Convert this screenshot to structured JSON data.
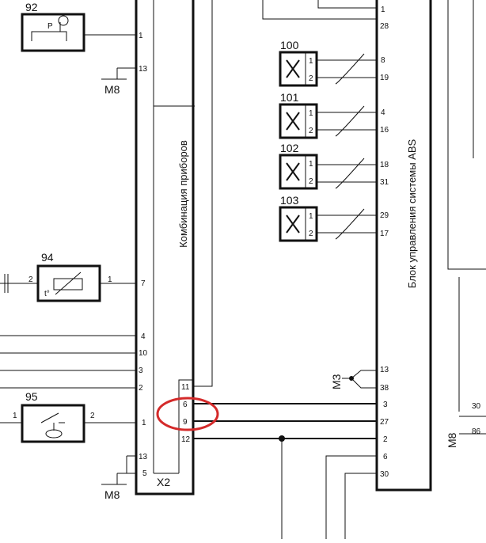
{
  "blocks": {
    "cluster": "Комбинация приборов",
    "abs": "Блок управления системы ABS"
  },
  "components": {
    "c92": "92",
    "c92_glyph": "P",
    "c94": "94",
    "c94_glyph": "t°",
    "c95": "95",
    "sensors": [
      "100",
      "101",
      "102",
      "103"
    ],
    "sensor_pin_a": "1",
    "sensor_pin_b": "2"
  },
  "grounds": {
    "m8_top": "M8",
    "m8_bottom": "M8",
    "m3": "M3",
    "m8_right": "M8"
  },
  "connector": "X2",
  "cluster_pins": {
    "p1_top": "1",
    "p13_top": "13",
    "p7": "7",
    "p4": "4",
    "p10": "10",
    "p3": "3",
    "p2": "2",
    "p1_mid": "1",
    "p13_bot": "13",
    "p5": "5"
  },
  "x2_pins": {
    "p11": "11",
    "p6": "6",
    "p9": "9",
    "p12": "12"
  },
  "abs_pins": {
    "p1": "1",
    "p28": "28",
    "p8": "8",
    "p19": "19",
    "p4": "4",
    "p16": "16",
    "p18": "18",
    "p31": "31",
    "p29": "29",
    "p17": "17",
    "p13": "13",
    "p38": "38",
    "p3": "3",
    "p27": "27",
    "p2": "2",
    "p6": "6",
    "p30": "30"
  },
  "comp_pins": {
    "c94_left": "2",
    "c94_right": "1",
    "c95_left": "1",
    "c95_right": "2"
  },
  "right_edge": {
    "r30": "30",
    "r86": "86"
  },
  "annotation": {
    "color": "#d42a2a"
  }
}
